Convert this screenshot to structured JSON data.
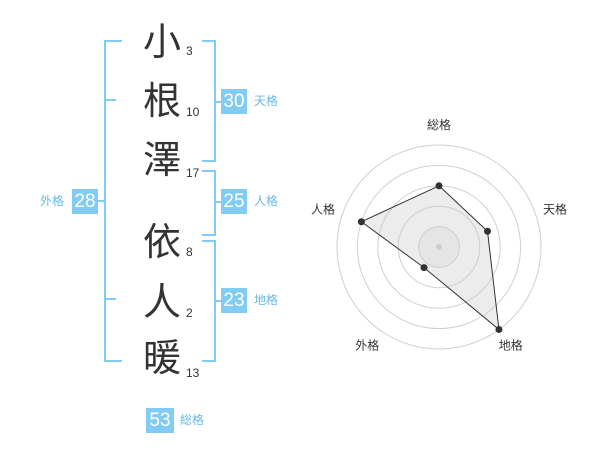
{
  "name": {
    "chars": [
      "小",
      "根",
      "澤",
      "依",
      "人",
      "暖"
    ],
    "strokes": [
      "3",
      "10",
      "17",
      "8",
      "2",
      "13"
    ]
  },
  "kaku": {
    "tenkaku": {
      "value": "30",
      "label": "天格"
    },
    "jinkaku": {
      "value": "25",
      "label": "人格"
    },
    "chikaku": {
      "value": "23",
      "label": "地格"
    },
    "gaikaku": {
      "value": "28",
      "label": "外格"
    },
    "soukaku": {
      "value": "53",
      "label": "総格"
    }
  },
  "radar": {
    "axes": [
      "総格",
      "天格",
      "地格",
      "外格",
      "人格"
    ],
    "values": [
      0.6,
      0.5,
      1.0,
      0.25,
      0.8
    ]
  }
}
